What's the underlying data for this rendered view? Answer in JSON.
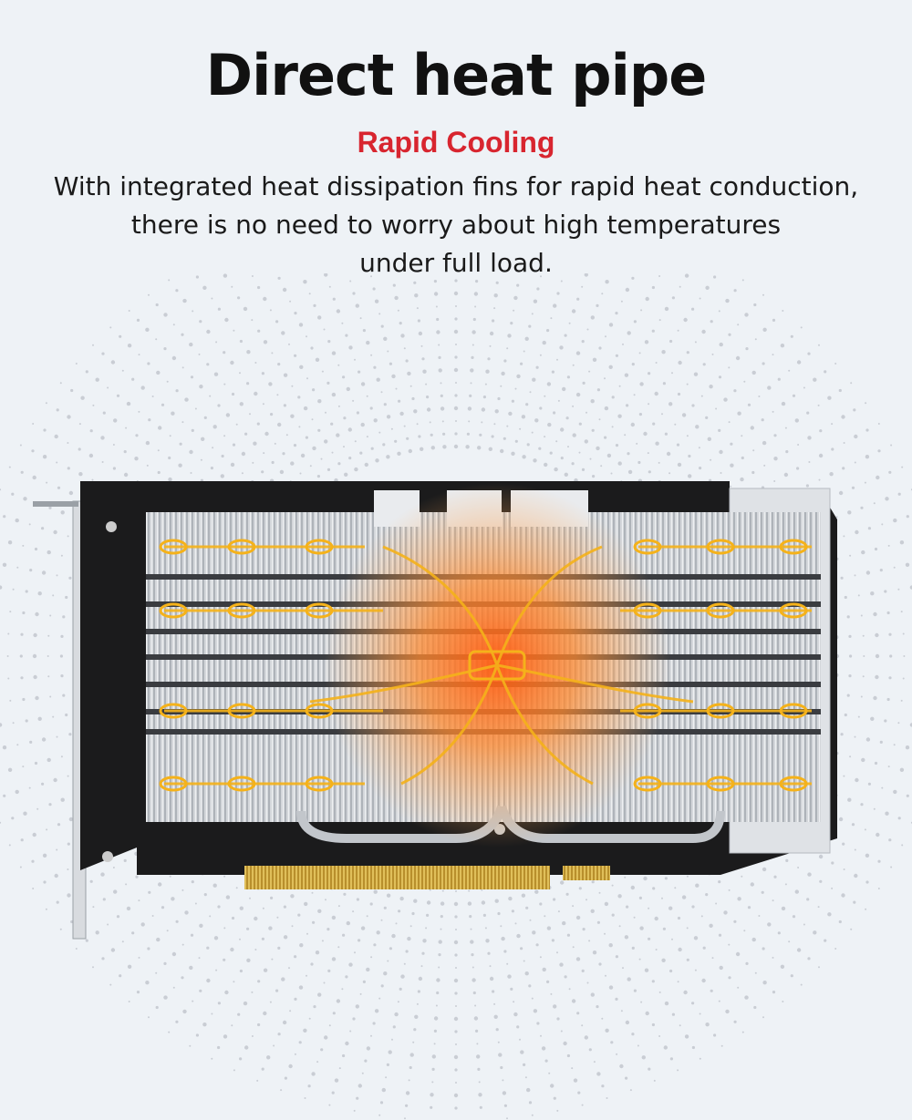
{
  "header": {
    "title": "Direct heat pipe",
    "subtitle": "Rapid Cooling",
    "description_lines": [
      "With integrated heat dissipation fins for rapid heat conduction,",
      "there is no need to worry about high temperatures",
      "under full load."
    ]
  },
  "product_image": {
    "subject": "graphics-card-heatsink",
    "colors": {
      "heat_glow": "#ff6a1a",
      "heat_pipe_line": "#f5b21a",
      "fins": "#c9cdd2",
      "pcb": "#1a1a1a",
      "gold_contacts": "#c8a23a",
      "dots": "#b9bec6"
    }
  }
}
